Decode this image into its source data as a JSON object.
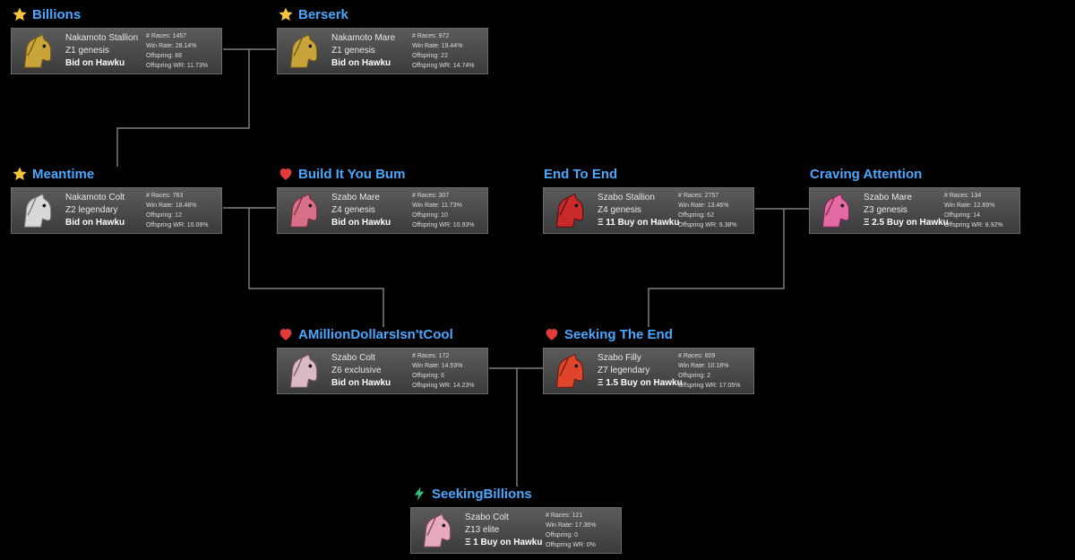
{
  "labels": {
    "races": "# Races:",
    "win_rate": "Win Rate:",
    "offspring": "Offspring:",
    "offspring_wr": "Offspring WR:"
  },
  "colors": {
    "background": "#000000",
    "name_link": "#4aa8ff",
    "connector": "#9a9a9a",
    "star": "#f5c542",
    "heart": "#e23b3b",
    "bolt": "#2ec27e"
  },
  "horses": [
    {
      "id": "billions",
      "name": "Billions",
      "icon": "star-icon",
      "line": "Nakamoto Stallion",
      "zed": "Z1 genesis",
      "buy": "Bid on Hawku",
      "races": "1457",
      "win_rate": "28.14%",
      "offspring": "88",
      "offspring_wr": "11.73%",
      "coat": "#c9a43a"
    },
    {
      "id": "berserk",
      "name": "Berserk",
      "icon": "star-icon",
      "line": "Nakamoto Mare",
      "zed": "Z1 genesis",
      "buy": "Bid on Hawku",
      "races": "972",
      "win_rate": "19.44%",
      "offspring": "22",
      "offspring_wr": "14.74%",
      "coat": "#c9a43a"
    },
    {
      "id": "meantime",
      "name": "Meantime",
      "icon": "star-icon",
      "line": "Nakamoto Colt",
      "zed": "Z2 legendary",
      "buy": "Bid on Hawku",
      "races": "763",
      "win_rate": "18.48%",
      "offspring": "12",
      "offspring_wr": "10.09%",
      "coat": "#d8d8d8"
    },
    {
      "id": "build-it-you-bum",
      "name": "Build It You Bum",
      "icon": "heart-icon",
      "line": "Szabo Mare",
      "zed": "Z4 genesis",
      "buy": "Bid on Hawku",
      "races": "307",
      "win_rate": "11.73%",
      "offspring": "10",
      "offspring_wr": "10.93%",
      "coat": "#d8708a"
    },
    {
      "id": "end-to-end",
      "name": "End To End",
      "icon": "none",
      "line": "Szabo Stallion",
      "zed": "Z4 genesis",
      "buy": "Ξ 11 Buy on Hawku",
      "races": "2757",
      "win_rate": "13.46%",
      "offspring": "62",
      "offspring_wr": "9.38%",
      "coat": "#c82a2a"
    },
    {
      "id": "craving-attention",
      "name": "Craving Attention",
      "icon": "none",
      "line": "Szabo Mare",
      "zed": "Z3 genesis",
      "buy": "Ξ 2.5 Buy on Hawku",
      "races": "134",
      "win_rate": "12.69%",
      "offspring": "14",
      "offspring_wr": "8.92%",
      "coat": "#e46aa6"
    },
    {
      "id": "amilliondollars",
      "name": "AMillionDollarsIsn'tCool",
      "icon": "heart-icon",
      "line": "Szabo Colt",
      "zed": "Z6 exclusive",
      "buy": "Bid on Hawku",
      "races": "172",
      "win_rate": "14.53%",
      "offspring": "6",
      "offspring_wr": "14.23%",
      "coat": "#d9b9c2"
    },
    {
      "id": "seeking-the-end",
      "name": "Seeking The End",
      "icon": "heart-icon",
      "line": "Szabo Filly",
      "zed": "Z7 legendary",
      "buy": "Ξ 1.5 Buy on Hawku",
      "races": "609",
      "win_rate": "10.18%",
      "offspring": "2",
      "offspring_wr": "17.05%",
      "coat": "#e0452a"
    },
    {
      "id": "seekingbillions",
      "name": "SeekingBillions",
      "icon": "bolt-icon",
      "line": "Szabo Colt",
      "zed": "Z13 elite",
      "buy": "Ξ 1 Buy on Hawku",
      "races": "121",
      "win_rate": "17.36%",
      "offspring": "0",
      "offspring_wr": "0%",
      "coat": "#e6a9bf"
    }
  ]
}
